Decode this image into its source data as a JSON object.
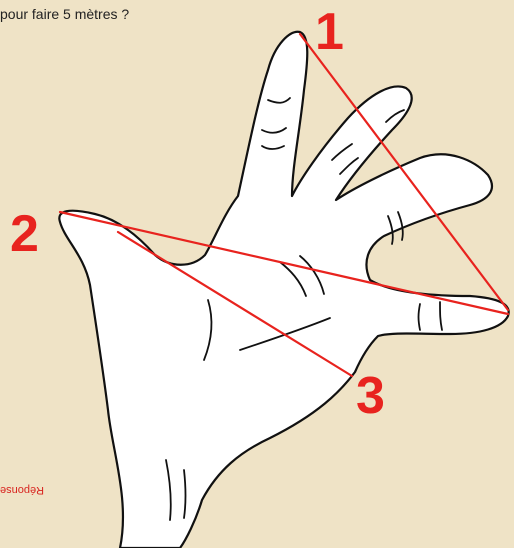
{
  "question": "pour faire 5 mètres ?",
  "answer_rotated": "Réponse",
  "labels": [
    "1",
    "2",
    "3"
  ],
  "colors": {
    "background": "#efe3c6",
    "hand_fill": "#ffffff",
    "outline": "#111111",
    "accent_red": "#e8231e"
  }
}
